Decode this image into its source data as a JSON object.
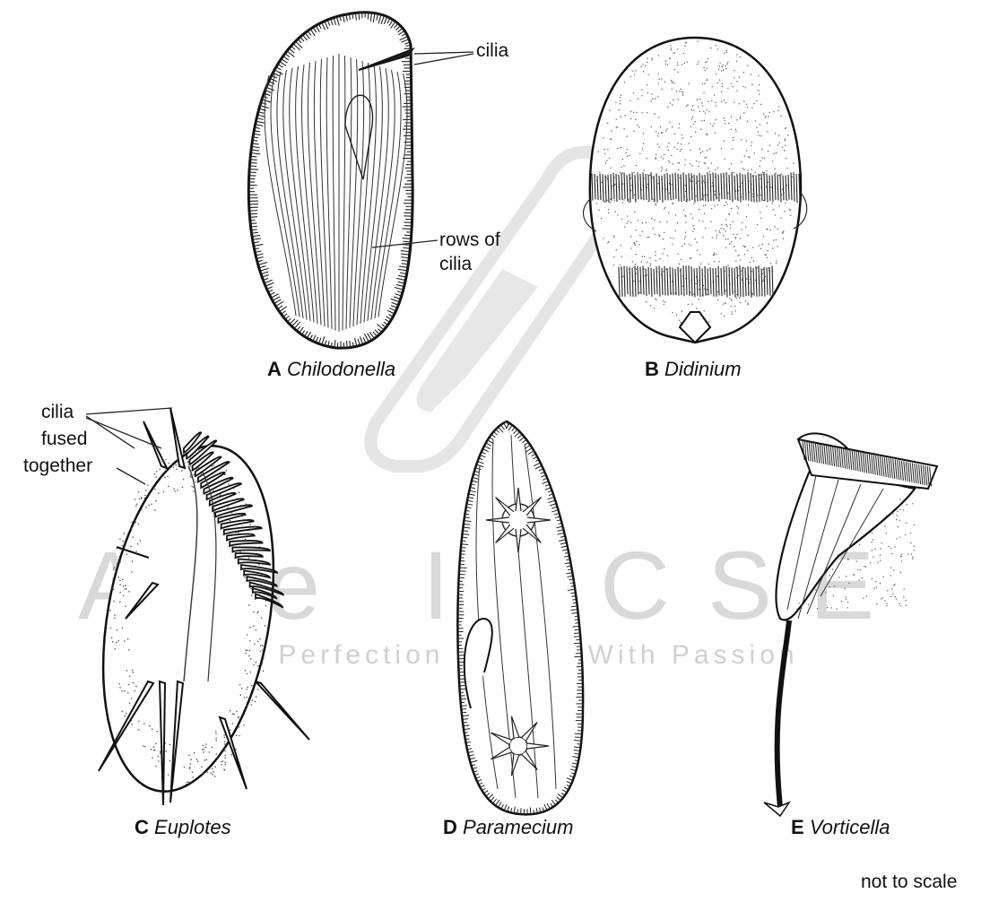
{
  "watermark": {
    "title": "Ace IGCSE",
    "tagline": "Paper Perfection Crafted With Passion"
  },
  "labels": {
    "a_cilia": "cilia",
    "a_rows_line1": "rows of",
    "a_rows_line2": "cilia",
    "c_line1": "cilia",
    "c_line2": "fused",
    "c_line3": "together",
    "scale_note": "not to scale"
  },
  "captions": [
    {
      "letter": "A",
      "name": "Chilodonella"
    },
    {
      "letter": "B",
      "name": "Didinium"
    },
    {
      "letter": "C",
      "name": "Euplotes"
    },
    {
      "letter": "D",
      "name": "Paramecium"
    },
    {
      "letter": "E",
      "name": "Vorticella"
    }
  ]
}
